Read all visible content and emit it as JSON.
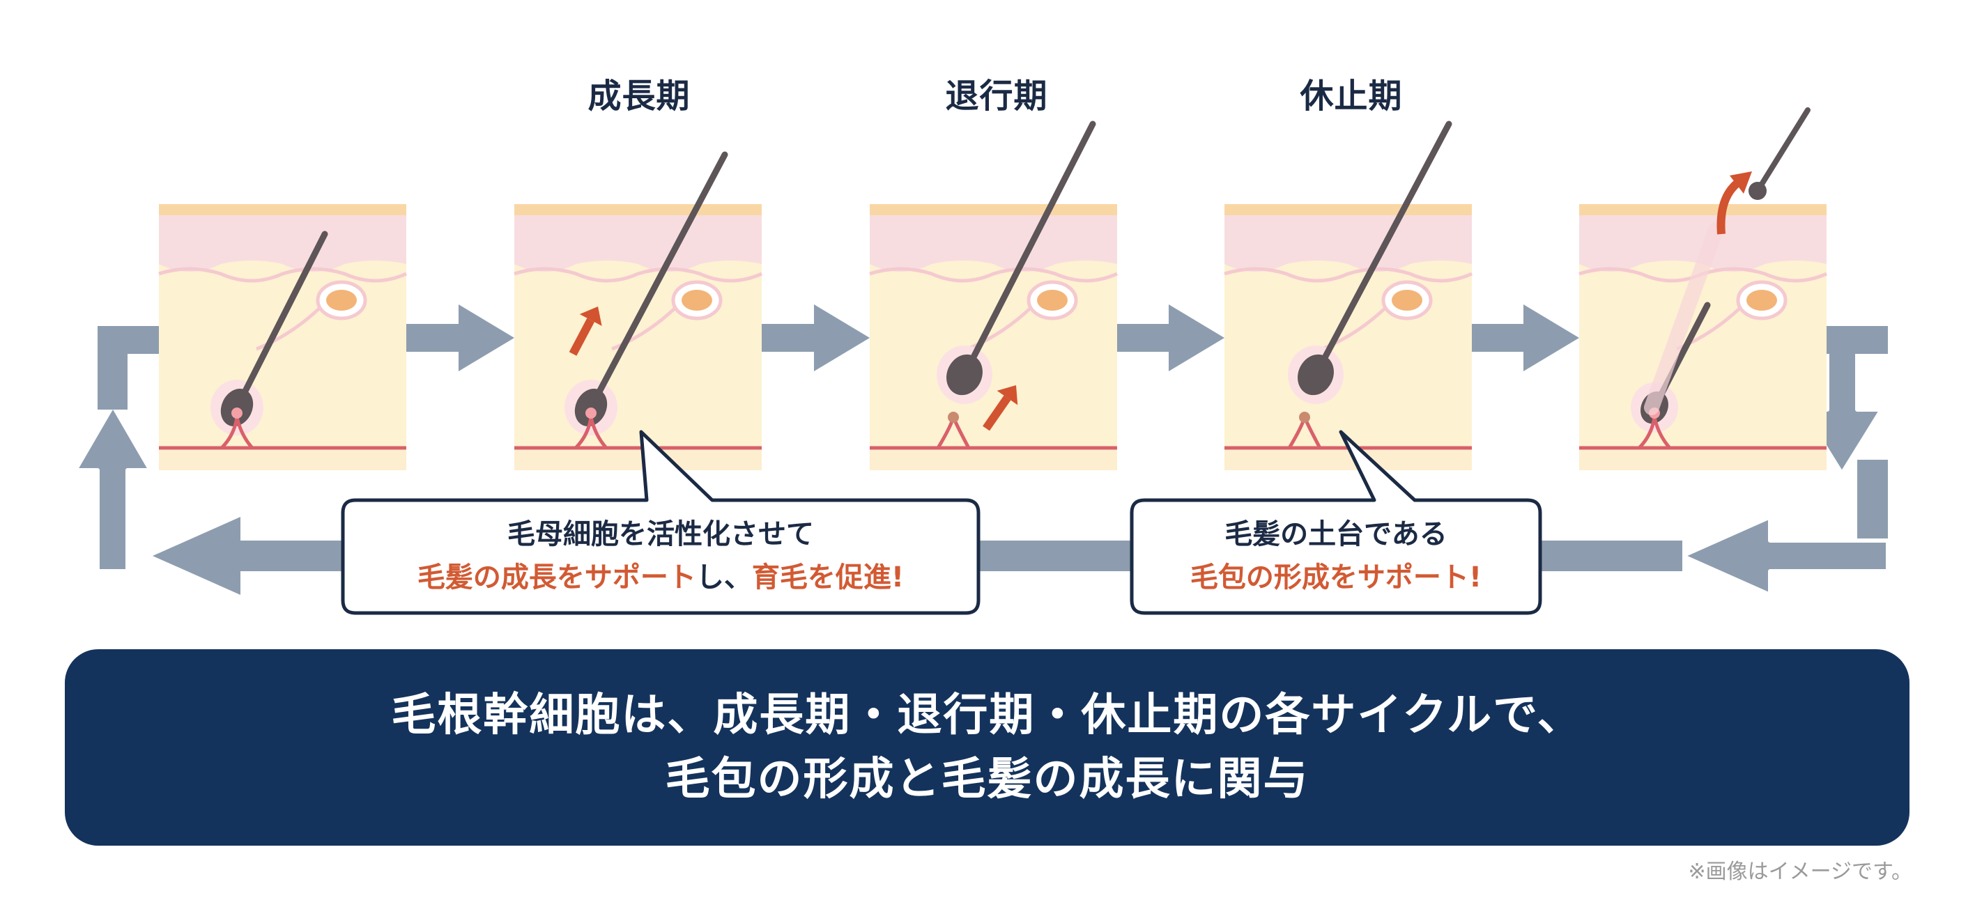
{
  "phases": [
    {
      "label": "成長期"
    },
    {
      "label": "退行期"
    },
    {
      "label": "休止期"
    }
  ],
  "callouts": [
    {
      "line1": "毛母細胞を活性化させて",
      "line2_highlight": "毛髪の成長をサポート",
      "line2_plain": "し、",
      "line2_highlight2": "育毛を促進!"
    },
    {
      "line1": "毛髪の土台である",
      "line2_highlight": "毛包の形成をサポート!"
    }
  ],
  "banner": {
    "line1": "毛根幹細胞は、成長期・退行期・休止期の各サイクルで、",
    "line2": "毛包の形成と毛髪の成長に関与"
  },
  "disclaimer": "※画像はイメージです。",
  "colors": {
    "skin_top": "#f9d7a5",
    "skin_pink": "#f7dde0",
    "skin_body": "#fdf2d2",
    "fat_cell": "#f3b478",
    "hair": "#5d5558",
    "arrow_gray": "#8d9daf",
    "accent_red": "#d2532f",
    "banner_navy": "#14335c",
    "outline_navy": "#1b2a44"
  }
}
